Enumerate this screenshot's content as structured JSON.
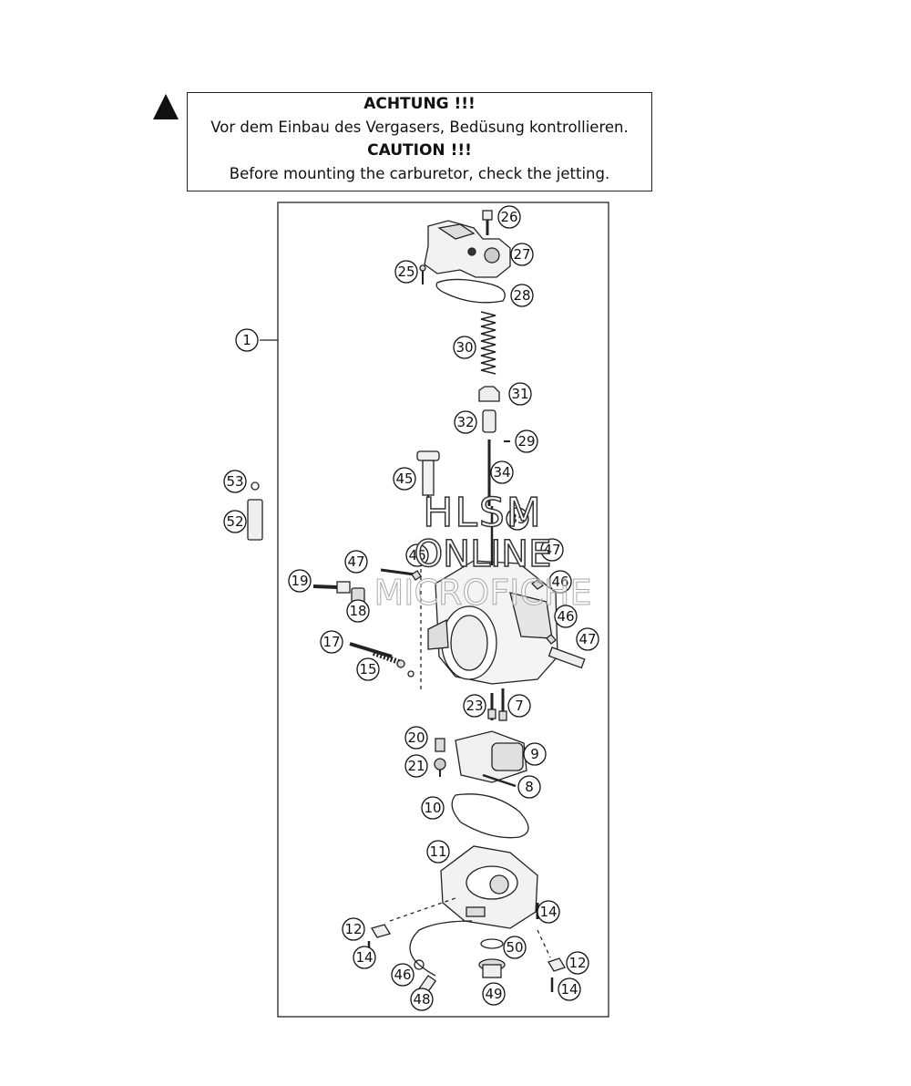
{
  "warning": {
    "heading_de": "ACHTUNG !!!",
    "text_de": "Vor dem Einbau des Vergasers, Bedüsung kontrollieren.",
    "heading_en": "CAUTION !!!",
    "text_en": "Before mounting the carburetor, check the jetting."
  },
  "watermark": {
    "line1": "HLSM",
    "line2": "ONLINE",
    "line3": "MICROFICHE"
  },
  "callouts": {
    "c1": "1",
    "c26": "26",
    "c27": "27",
    "c25": "25",
    "c28": "28",
    "c30": "30",
    "c31": "31",
    "c32": "32",
    "c29": "29",
    "c34": "34",
    "c45": "45",
    "c53": "53",
    "c52": "52",
    "c35": "35",
    "c47a": "47",
    "c46a": "46",
    "c47b": "47",
    "c46b": "46",
    "c19": "19",
    "c18": "18",
    "c46c": "46",
    "c47c": "47",
    "c17": "17",
    "c15": "15",
    "c23": "23",
    "c7": "7",
    "c20": "20",
    "c9": "9",
    "c21": "21",
    "c8": "8",
    "c10": "10",
    "c11": "11",
    "c14a": "14",
    "c12a": "12",
    "c50": "50",
    "c14b": "14",
    "c12b": "12",
    "c46d": "46",
    "c14c": "14",
    "c48": "48",
    "c49": "49"
  }
}
